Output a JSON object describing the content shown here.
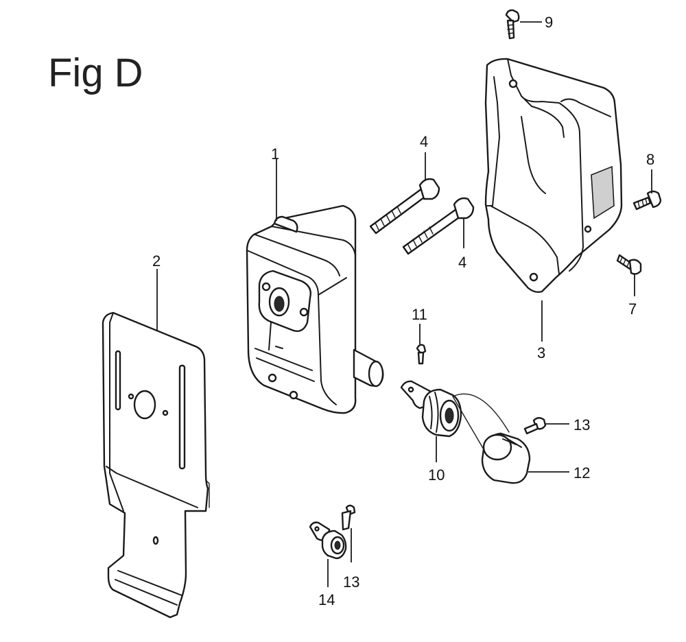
{
  "title": "Fig D",
  "labels": {
    "p1": "1",
    "p2": "2",
    "p3": "3",
    "p4a": "4",
    "p4b": "4",
    "p7": "7",
    "p8": "8",
    "p9": "9",
    "p10": "10",
    "p11": "11",
    "p12": "12",
    "p13a": "13",
    "p13b": "13",
    "p14": "14"
  }
}
